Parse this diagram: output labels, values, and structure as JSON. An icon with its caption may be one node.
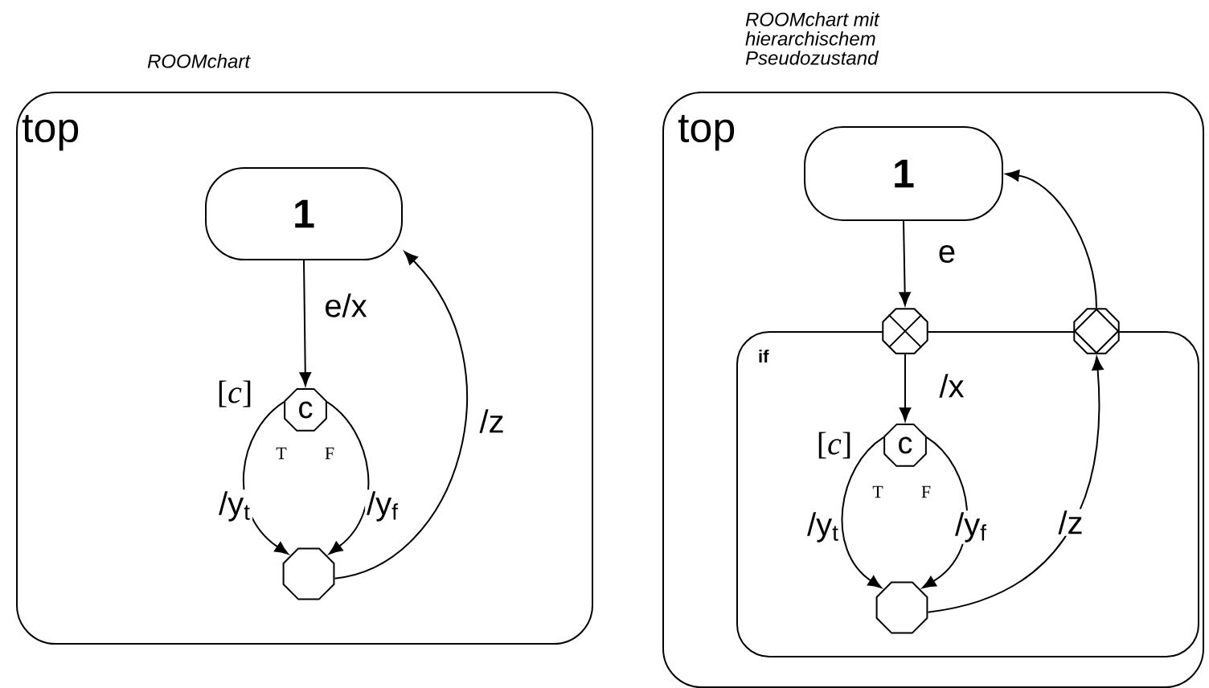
{
  "diagram": {
    "nodes": [
      {
        "text": [
          "top"
        ],
        "beside": [
          "ROOMchart"
        ]
      },
      {
        "text": [
          "1"
        ],
        "in": 0
      },
      {
        "text": [
          "c"
        ],
        "in": 0,
        "beside": [
          "[*c*]",
          "T",
          "F"
        ]
      },
      {
        "text": [],
        "shape": "circle",
        "in": 0
      },
      {
        "text": [
          "top"
        ],
        "beside": [
          "ROOMchart mit hierarchischem Pseudozustand"
        ]
      },
      {
        "text": [
          "1"
        ],
        "in": 4
      },
      {
        "text": [
          "if"
        ],
        "in": 4
      },
      {
        "text": [],
        "shape": "circle",
        "in": 4
      },
      {
        "text": [],
        "shape": "diamond",
        "in": 4
      },
      {
        "text": [
          "c"
        ],
        "in": 6,
        "beside": [
          "[*c*]",
          "T",
          "F"
        ]
      },
      {
        "text": [],
        "shape": "circle",
        "in": 6
      }
    ],
    "edges": [
      {
        "from": 1,
        "to": 2,
        "arrow": "to",
        "label": "e/x"
      },
      {
        "from": 2,
        "to": 3,
        "arrow": "to",
        "label": "/y$_{t}$"
      },
      {
        "from": 2,
        "to": 3,
        "arrow": "to",
        "label": "/y$_{f}$"
      },
      {
        "from": 3,
        "to": 1,
        "arrow": "to",
        "label": "/z"
      },
      {
        "from": 5,
        "to": 7,
        "arrow": "to",
        "label": "e"
      },
      {
        "from": 7,
        "to": 9,
        "arrow": "to",
        "label": "/x"
      },
      {
        "from": 9,
        "to": 10,
        "arrow": "to",
        "label": "/y$_{t}$"
      },
      {
        "from": 9,
        "to": 10,
        "arrow": "to",
        "label": "/y$_{f}$"
      },
      {
        "from": 10,
        "to": 8,
        "arrow": "to",
        "label": "/z"
      },
      {
        "from": 8,
        "to": 5,
        "arrow": "to"
      }
    ]
  }
}
